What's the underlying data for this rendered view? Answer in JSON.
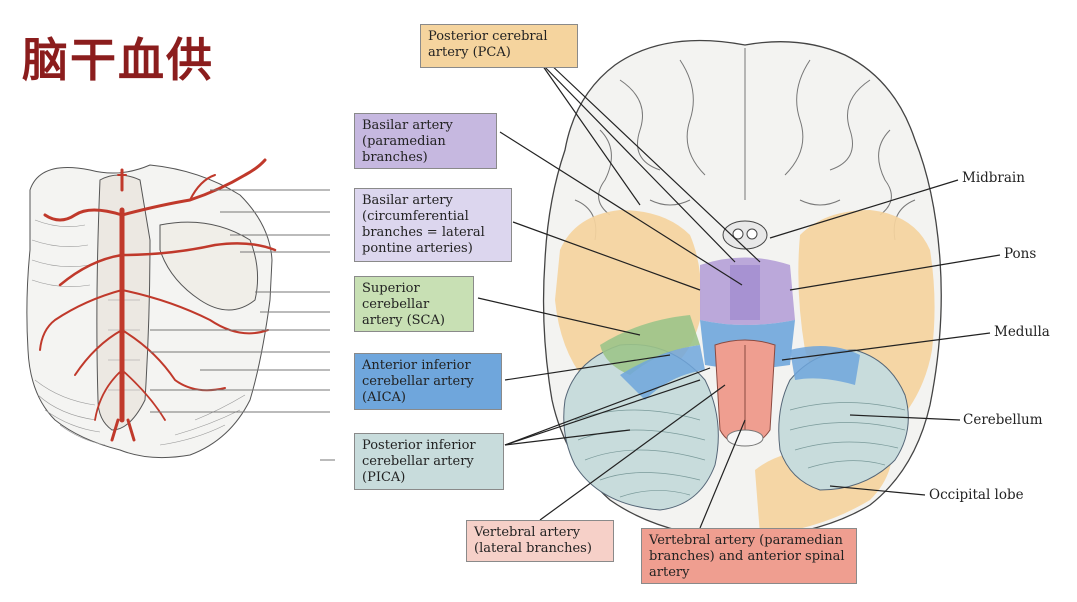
{
  "title": "脑干血供",
  "labels": {
    "pca": "Posterior cerebral artery (PCA)",
    "basilar_paramedian": "Basilar artery (paramedian branches)",
    "basilar_circumferential": "Basilar artery (circumferential branches = lateral pontine arteries)",
    "sca": "Superior cerebellar artery (SCA)",
    "aica": "Anterior inferior cerebellar artery (AICA)",
    "pica": "Posterior inferior cerebellar artery (PICA)",
    "vertebral_lateral": "Vertebral artery (lateral branches)",
    "vertebral_paramedian": "Vertebral artery (paramedian branches) and anterior spinal artery"
  },
  "structures": {
    "midbrain": "Midbrain",
    "pons": "Pons",
    "medulla": "Medulla",
    "cerebellum": "Cerebellum",
    "occipital_lobe": "Occipital lobe"
  },
  "colors": {
    "title": "#8b1d1d",
    "pca": "#f5d49e",
    "basilar_paramedian": "#c6b8e0",
    "basilar_circumferential": "#dcd6ee",
    "sca": "#c8e0b4",
    "aica": "#6fa6dc",
    "pica": "#c8dcdc",
    "vertebral_lateral": "#f6d0c8",
    "vertebral_paramedian": "#ef9e90",
    "artery": "#c0392b"
  }
}
